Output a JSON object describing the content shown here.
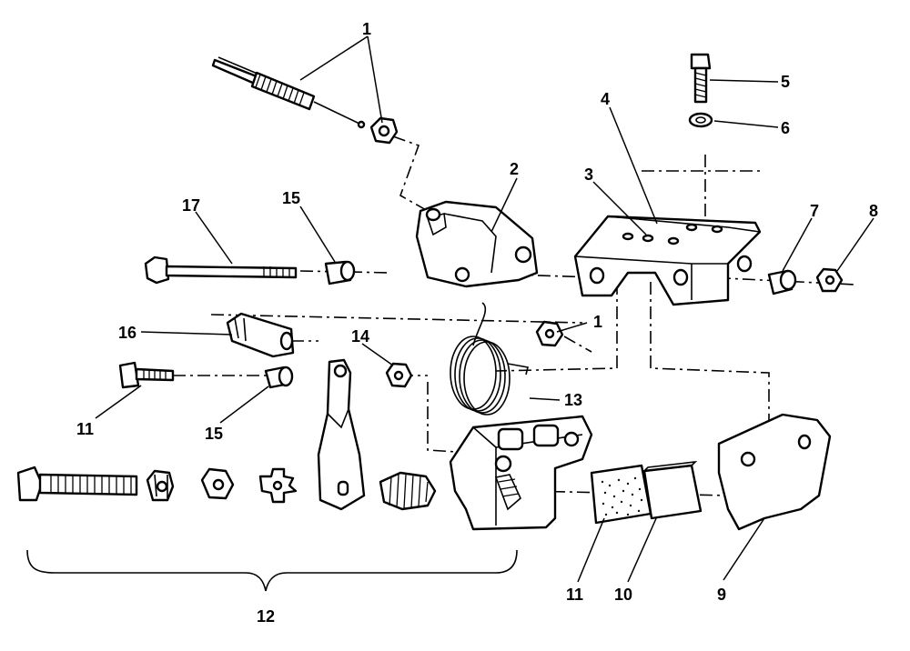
{
  "callouts": {
    "c1_top": "1",
    "c1_mid": "1",
    "c2": "2",
    "c3": "3",
    "c4": "4",
    "c5": "5",
    "c6": "6",
    "c7": "7",
    "c8": "8",
    "c9": "9",
    "c10": "10",
    "c11_bot": "11",
    "c11_left": "11",
    "c12": "12",
    "c13": "13",
    "c14": "14",
    "c15_top": "15",
    "c15_low": "15",
    "c16": "16",
    "c17": "17"
  }
}
